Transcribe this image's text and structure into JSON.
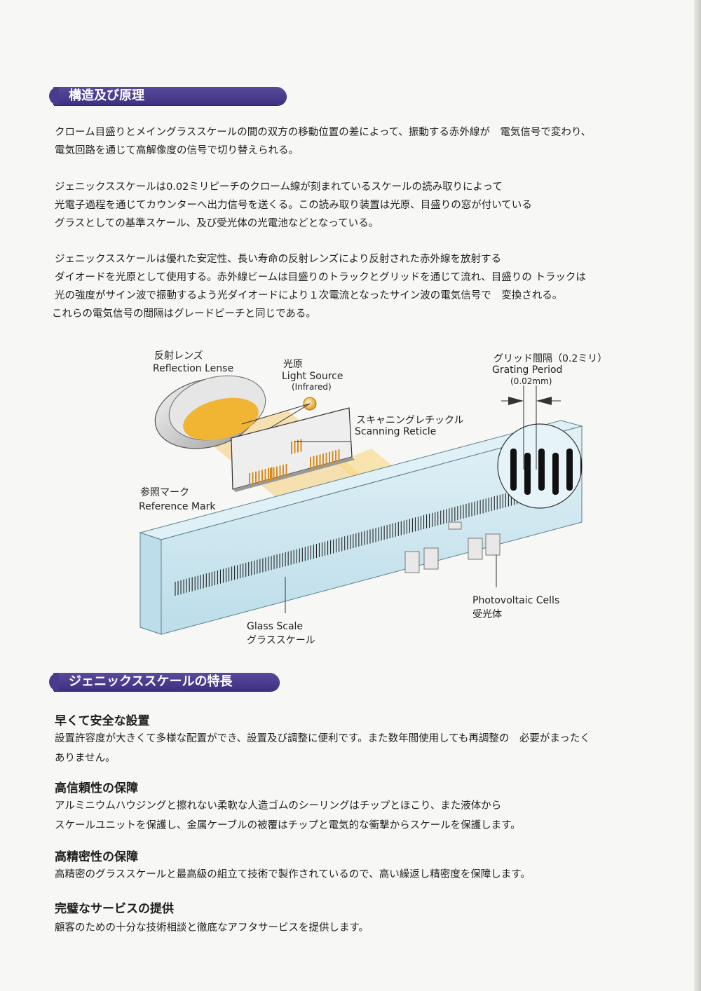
{
  "section1": {
    "title": "構造及び原理",
    "paragraphs": [
      [
        "クローム目盛りとメイングラススケールの間の双方の移動位置の差によって、振動する赤外線が　電気信号で変わり、",
        "電気回路を通じて高解像度の信号で切り替えられる。"
      ],
      [
        "ジェニックススケールは0.02ミリピーチのクローム線が刻まれているスケールの読み取りによって",
        "光電子過程を通じてカウンターへ出力信号を送くる。この読み取り装置は光原、目盛りの窓が付いている",
        "グラスとしての基準スケール、及び受光体の光電池などとなっている。"
      ],
      [
        "ジェニックススケールは優れた安定性、長い寿命の反射レンズにより反射された赤外線を放射する",
        "ダイオードを光原として使用する。赤外線ビームは目盛りのトラックとグリッドを通じて流れ、目盛りの トラックは",
        "光の強度がサイン波で振動するよう光ダイオードにより１次電流となったサイン波の電気信号で　変換される。",
        "これらの電気信号の間隔はグレードピーチと同じである。"
      ]
    ]
  },
  "diagram": {
    "reflection_lens_jp": "反射レンズ",
    "reflection_lens_en": "Reflection Lense",
    "light_source_jp": "光原",
    "light_source_en": "Light Source",
    "light_source_note": "(Infrared)",
    "scanning_reticle_jp": "スキャニングレチックル",
    "scanning_reticle_en": "Scanning Reticle",
    "grating_period_jp": "グリッド間隔（0.2ミリ）",
    "grating_period_en": "Grating Period",
    "grating_period_value": "(0.02mm)",
    "reference_mark_jp": "参照マーク",
    "reference_mark_en": "Reference Mark",
    "photovoltaic_en": "Photovoltaic Cells",
    "photovoltaic_jp": "受光体",
    "glass_scale_en": "Glass Scale",
    "glass_scale_jp": "グラススケール"
  },
  "section2": {
    "title": "ジェニックススケールの特長",
    "features": [
      {
        "title": "早くて安全な設置",
        "lines": [
          "設置許容度が大きくて多様な配置ができ、設置及び調整に便利です。また数年間使用しても再調整の　必要がまったく",
          "ありません。"
        ]
      },
      {
        "title": "高信頼性の保障",
        "lines": [
          "アルミニウムハウジングと擦れない柔軟な人造ゴムのシーリングはチップとほこり、また液体から",
          "スケールユニットを保護し、金属ケーブルの被覆はチップと電気的な衝撃からスケールを保護します。"
        ]
      },
      {
        "title": "高精密性の保障",
        "lines": [
          "高精密のグラススケールと最高級の組立て技術で製作されているので、高い繰返し精密度を保障します。"
        ]
      },
      {
        "title": "完璧なサービスの提供",
        "lines": [
          "顧客のための十分な技術相談と徹底なアフタサービスを提供します。"
        ]
      }
    ]
  },
  "colors": {
    "header_purple": "#3e2f82",
    "beam_yellow": "#f6c04a",
    "glass_blue": "#cfe7f0"
  }
}
